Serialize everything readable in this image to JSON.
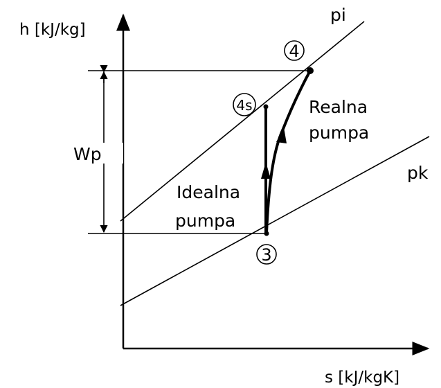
{
  "axes": {
    "y_label": "h [kJ/kg]",
    "x_label": "s [kJ/kgK]"
  },
  "isobars": {
    "high": "pi",
    "low": "pk"
  },
  "points": {
    "p4": "4",
    "p4s": "4s",
    "p3": "3"
  },
  "work_label": "Wp",
  "annotations": {
    "real_line1": "Realna",
    "real_line2": "pumpa",
    "ideal_line1": "Idealna",
    "ideal_line2": "pumpa"
  }
}
